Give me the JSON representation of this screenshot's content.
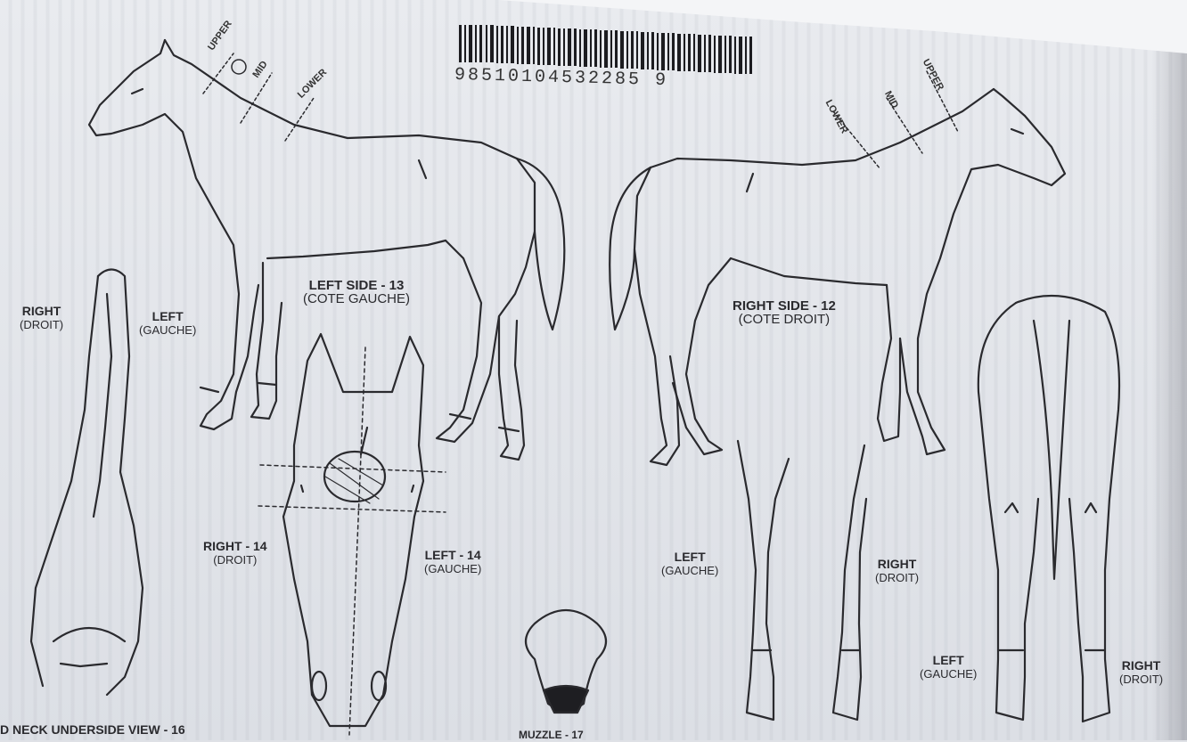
{
  "barcode": {
    "number": "98510104532285 9"
  },
  "left_side": {
    "title": "LEFT SIDE - 13",
    "subtitle": "(COTE GAUCHE)",
    "neck_upper": "UPPER",
    "neck_mid": "MID",
    "neck_lower": "LOWER"
  },
  "right_side": {
    "title": "RIGHT SIDE - 12",
    "subtitle": "(COTE DROIT)",
    "neck_upper": "UPPER",
    "neck_mid": "MID",
    "neck_lower": "LOWER"
  },
  "neck_view": {
    "right": "RIGHT",
    "right_sub": "(DROIT)",
    "left": "LEFT",
    "left_sub": "(GAUCHE)",
    "caption": "D NECK UNDERSIDE VIEW - 16"
  },
  "head_view": {
    "right": "RIGHT - 14",
    "right_sub": "(DROIT)",
    "left": "LEFT - 14",
    "left_sub": "(GAUCHE)"
  },
  "muzzle": {
    "caption": "MUZZLE - 17"
  },
  "front_legs": {
    "left": "LEFT",
    "left_sub": "(GAUCHE)",
    "right": "RIGHT",
    "right_sub": "(DROIT)"
  },
  "hind_view": {
    "left": "LEFT",
    "left_sub": "(GAUCHE)",
    "right": "RIGHT",
    "right_sub": "(DROIT)"
  },
  "colors": {
    "ink": "#2a2a2e",
    "paper": "#e4e6ea"
  }
}
